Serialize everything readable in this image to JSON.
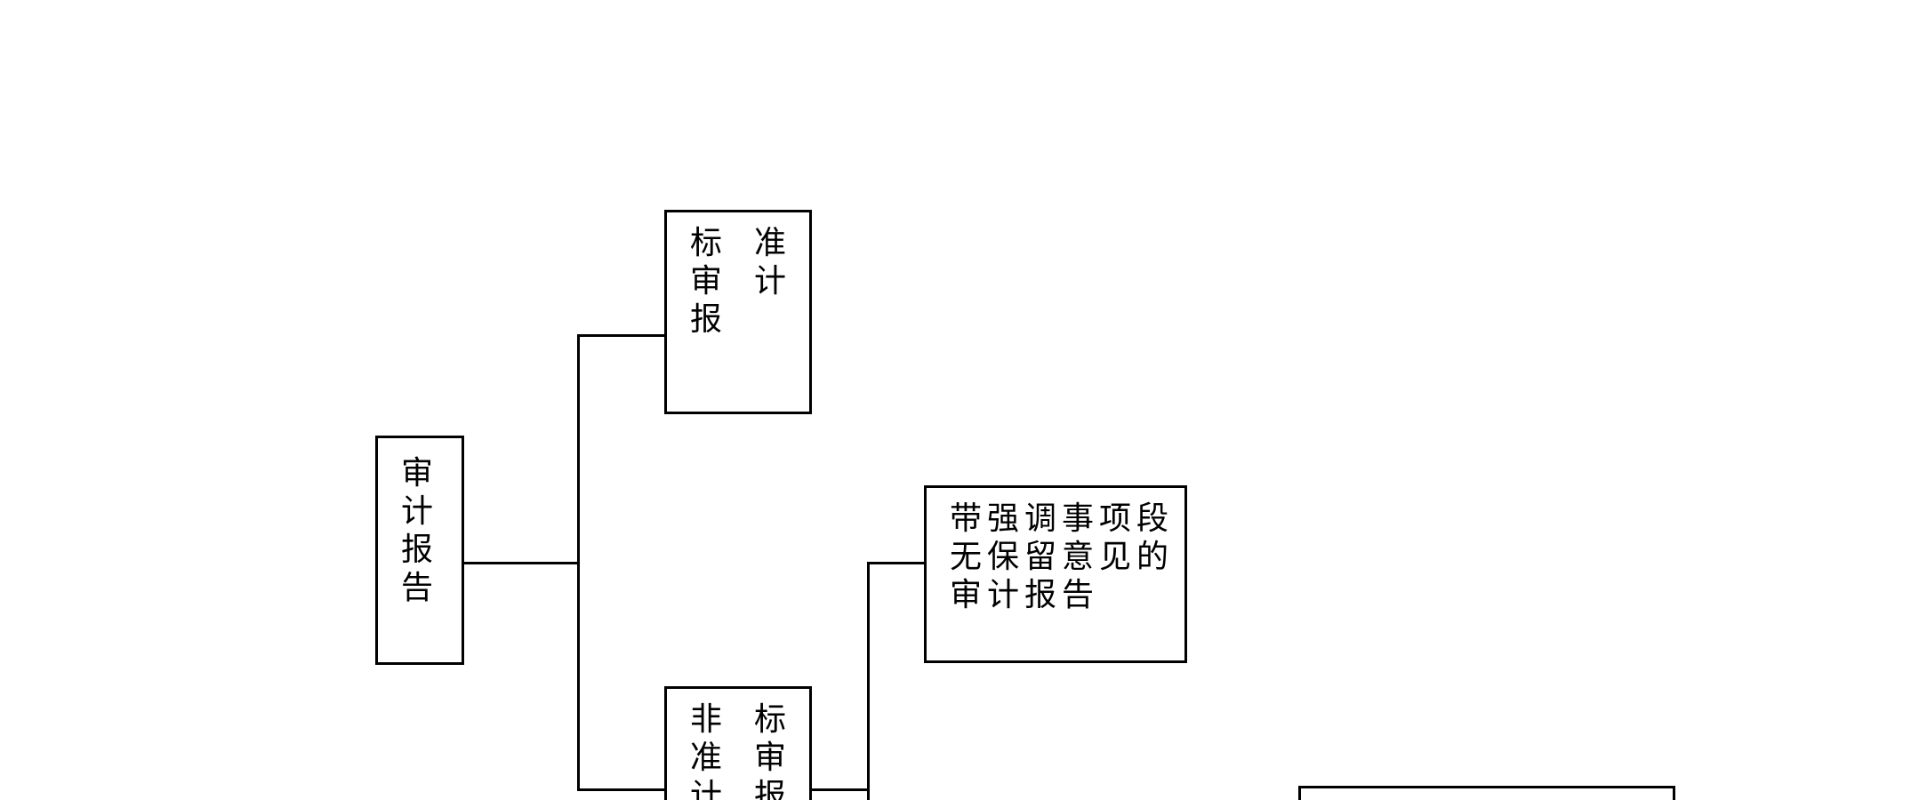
{
  "diagram": {
    "root": {
      "text": "审计报告"
    },
    "standard": {
      "text": "标准审计报告"
    },
    "nonstandard": {
      "text": "非标准审计报"
    },
    "emphasis": {
      "text": "带强调事项段无保留意见的审计报告"
    }
  },
  "colors": {
    "line": "#000000",
    "background": "#ffffff"
  }
}
